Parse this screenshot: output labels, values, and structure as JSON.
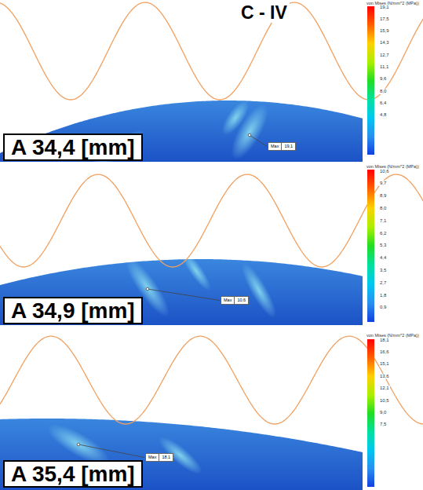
{
  "diagram": {
    "title": "C - IV",
    "nodes": [
      {
        "text": [
          "A 34,4 [mm]"
        ]
      },
      {
        "text": [
          "Max",
          "19,1"
        ]
      },
      {
        "text": [
          "A 34,9 [mm]"
        ]
      },
      {
        "text": [
          "Max",
          "10,6"
        ]
      },
      {
        "text": [
          "A 35,4 [mm]"
        ]
      },
      {
        "text": [
          "Max",
          "18,1"
        ]
      }
    ],
    "labels": [
      "von Mises (N/mm^2 (MPa))",
      "19,1",
      "17,5",
      "15,9",
      "14,3",
      "12,7",
      "11,1",
      "9,6",
      "8,0",
      "6,4",
      "4,8",
      "von Mises (N/mm^2 (MPa))",
      "10,6",
      "9,7",
      "8,9",
      "8,0",
      "7,1",
      "6,2",
      "5,3",
      "4,4",
      "3,5",
      "2,7",
      "1,8",
      "0,9",
      "von Mises (N/mm^2 (MPa))",
      "18,1",
      "16,6",
      "15,1",
      "13,6",
      "12,1",
      "10,5",
      "9,0",
      "7,5"
    ]
  }
}
